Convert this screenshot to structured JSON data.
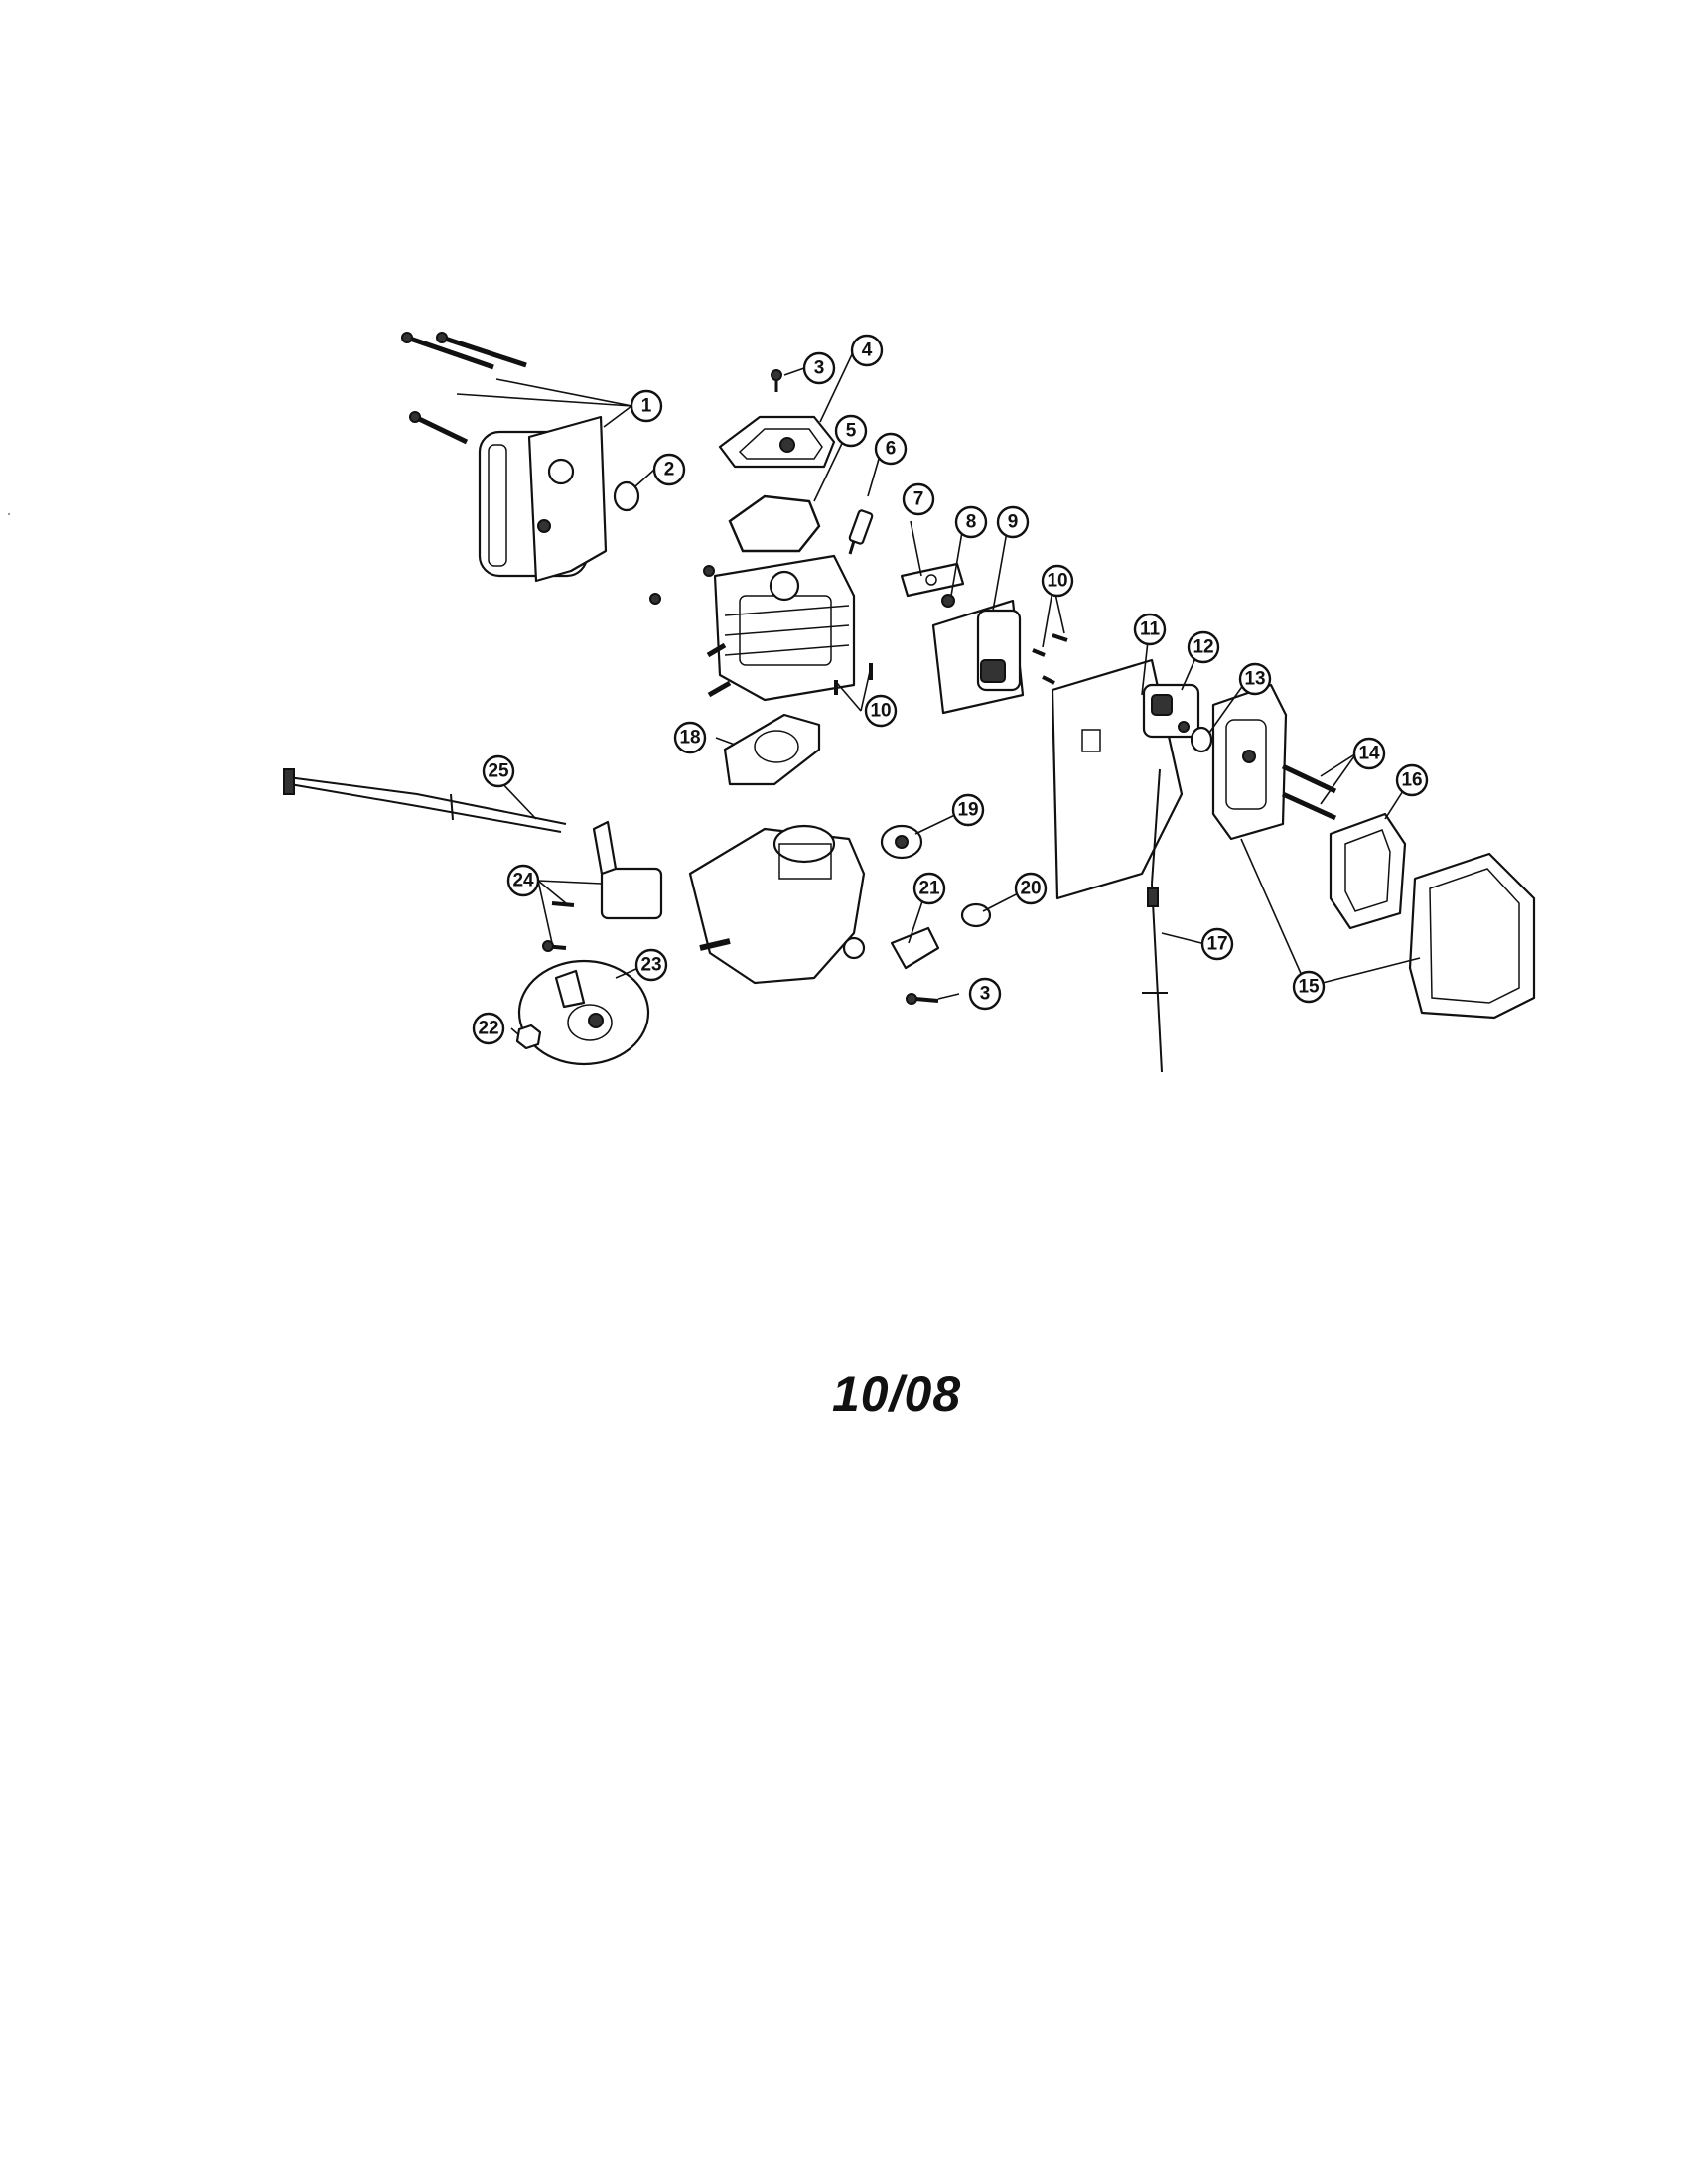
{
  "footer": {
    "date_code": "10/08"
  },
  "callouts": [
    {
      "id": "c1",
      "label": "1"
    },
    {
      "id": "c2",
      "label": "2"
    },
    {
      "id": "c3a",
      "label": "3"
    },
    {
      "id": "c4",
      "label": "4"
    },
    {
      "id": "c5",
      "label": "5"
    },
    {
      "id": "c6",
      "label": "6"
    },
    {
      "id": "c7",
      "label": "7"
    },
    {
      "id": "c8",
      "label": "8"
    },
    {
      "id": "c9",
      "label": "9"
    },
    {
      "id": "c10a",
      "label": "10"
    },
    {
      "id": "c10b",
      "label": "10"
    },
    {
      "id": "c11",
      "label": "11"
    },
    {
      "id": "c12",
      "label": "12"
    },
    {
      "id": "c13",
      "label": "13"
    },
    {
      "id": "c14",
      "label": "14"
    },
    {
      "id": "c15",
      "label": "15"
    },
    {
      "id": "c16",
      "label": "16"
    },
    {
      "id": "c17",
      "label": "17"
    },
    {
      "id": "c18",
      "label": "18"
    },
    {
      "id": "c19",
      "label": "19"
    },
    {
      "id": "c20",
      "label": "20"
    },
    {
      "id": "c21",
      "label": "21"
    },
    {
      "id": "c3b",
      "label": "3"
    },
    {
      "id": "c22",
      "label": "22"
    },
    {
      "id": "c23",
      "label": "23"
    },
    {
      "id": "c24",
      "label": "24"
    },
    {
      "id": "c25",
      "label": "25"
    }
  ]
}
